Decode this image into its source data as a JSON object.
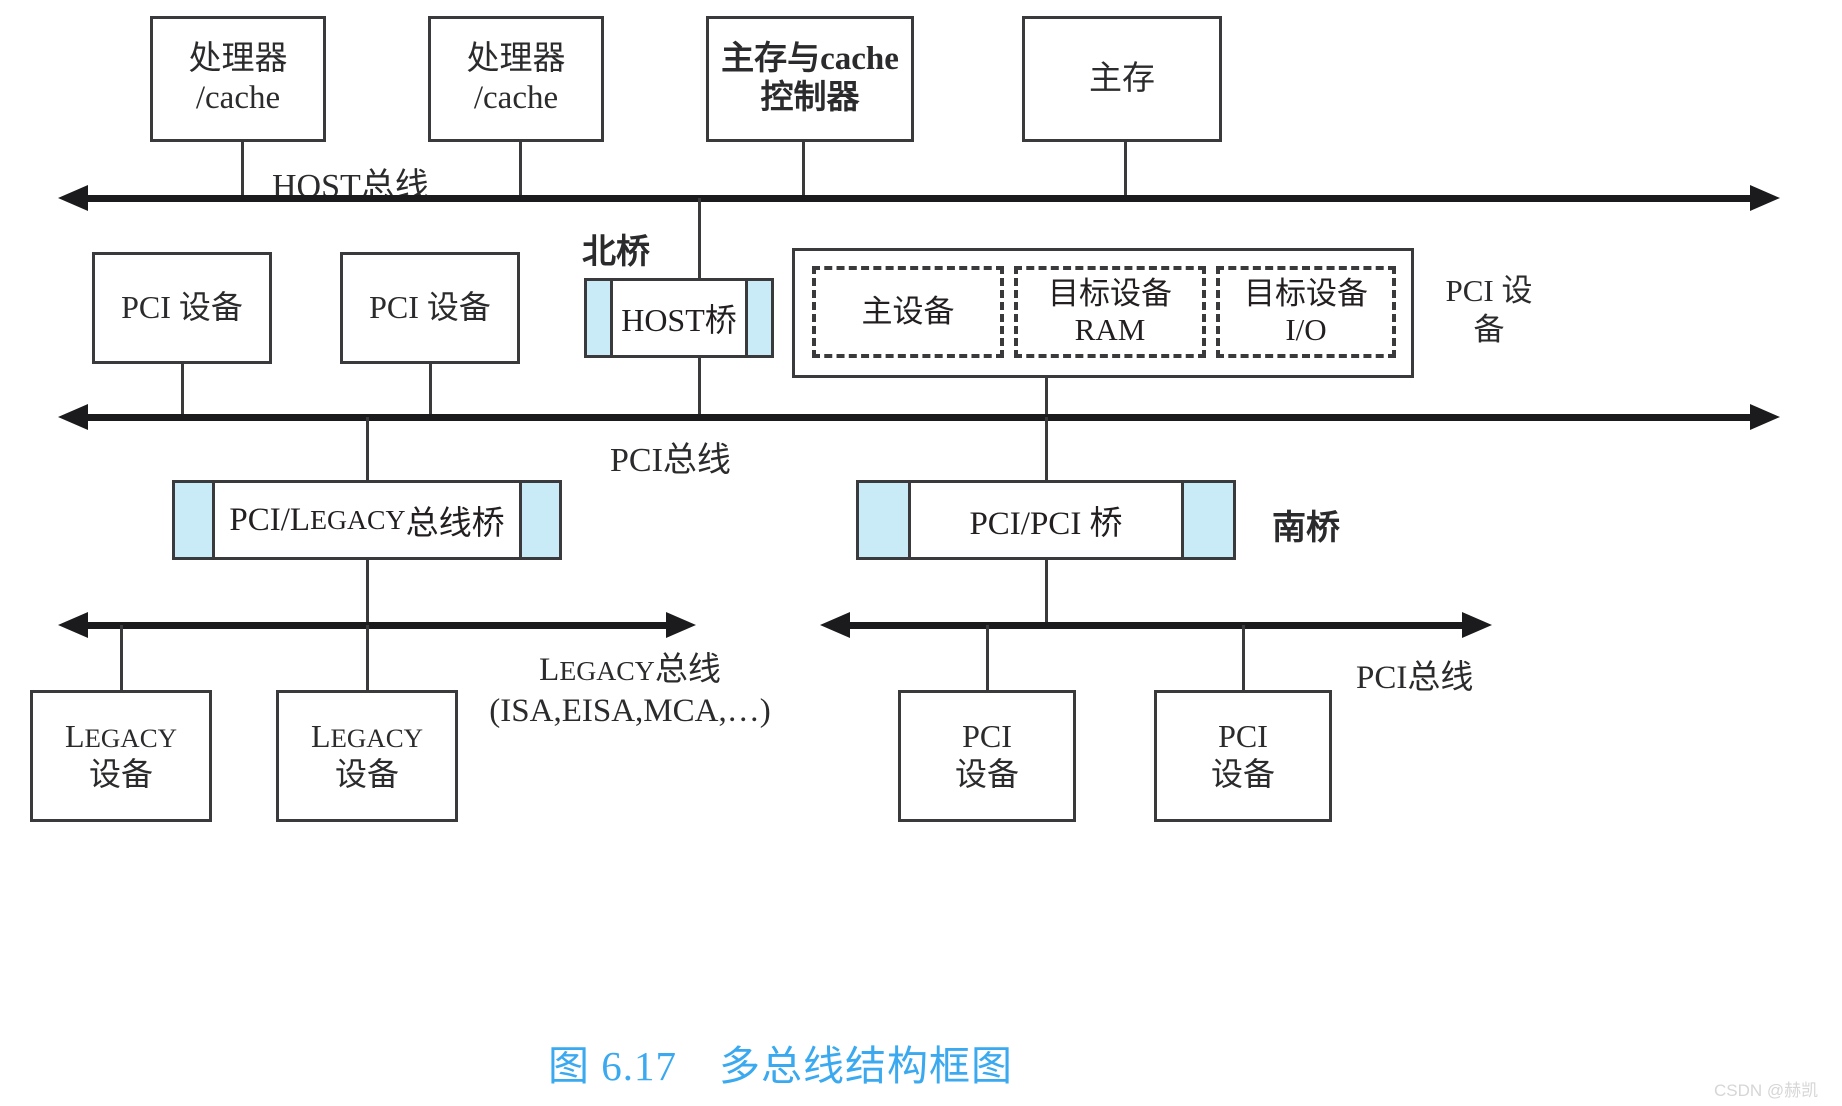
{
  "figure": {
    "caption": "图 6.17　多总线结构框图",
    "watermark": "CSDN @赫凯"
  },
  "host_level": {
    "bus_label": "HOST总线",
    "devices": [
      {
        "line1": "处理器",
        "line2": "/cache"
      },
      {
        "line1": "处理器",
        "line2": "/cache"
      },
      {
        "line1": "主存与cache",
        "line2": "控制器",
        "bold": true
      },
      {
        "line1": "主存",
        "line2": ""
      }
    ]
  },
  "bridges": {
    "north_label": "北桥",
    "south_label": "南桥",
    "host_bridge": "HOST桥",
    "pci_legacy_bridge_prefix": "PCI/L",
    "pci_legacy_bridge_mid": "EGACY",
    "pci_legacy_bridge_suffix": "总线桥",
    "pci_pci_bridge": "PCI/PCI 桥"
  },
  "pci_level": {
    "bus_label": "PCI总线",
    "devices": [
      {
        "line1": "PCI 设备"
      },
      {
        "line1": "PCI 设备"
      }
    ],
    "group_label_line1": "PCI",
    "group_label_line2": "设备",
    "group_items": [
      {
        "line1": "主设备",
        "line2": ""
      },
      {
        "line1": "目标设备",
        "line2": "RAM"
      },
      {
        "line1": "目标设备",
        "line2": "I/O"
      }
    ]
  },
  "legacy_level": {
    "bus_label_line1_prefix": "L",
    "bus_label_line1_mid": "EGACY",
    "bus_label_line1_suffix": "总线",
    "bus_label_line2": "(ISA,EISA,MCA,…)",
    "devices": [
      {
        "prefix": "L",
        "mid": "EGACY",
        "line2": "设备"
      },
      {
        "prefix": "L",
        "mid": "EGACY",
        "line2": "设备"
      }
    ]
  },
  "secondary_pci_level": {
    "bus_label": "PCI总线",
    "devices": [
      {
        "line1": "PCI",
        "line2": "设备"
      },
      {
        "line1": "PCI",
        "line2": "设备"
      }
    ]
  },
  "colors": {
    "line": "#3a3a3c",
    "bus": "#1b1b1d",
    "bridge_cap": "#c9eaf7",
    "caption": "#3aa9ef",
    "watermark": "#d6d6d6"
  }
}
